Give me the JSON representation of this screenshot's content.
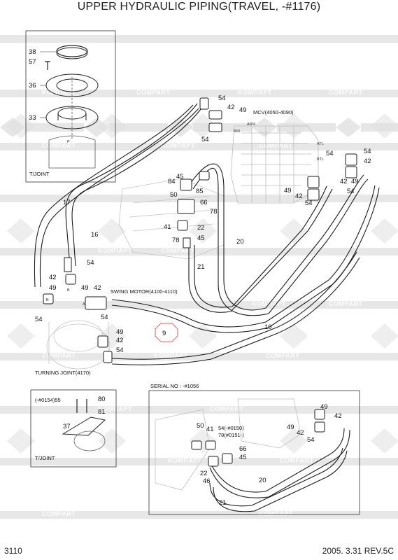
{
  "title": "UPPER HYDRAULIC PIPING(TRAVEL, -#1176)",
  "footer": {
    "page": "3110",
    "revision": "2005. 3.31 REV.5C"
  },
  "watermarks": [
    "KOMПАРТ",
    "COMPART"
  ],
  "labels": {
    "mcv": "MCV(4050-4090)",
    "swing_motor": "SWING MOTOR(4100-4110)",
    "turning_joint": "TURNING JOINT(4170)",
    "serial": "SERIAL NO : -#1056",
    "tjoint_top": "T/JOINT",
    "tjoint_bottom": "T/JOINT",
    "prefix_55": "(-#0154)55",
    "label_54a": "54(-#0150)",
    "label_78a": "78(#0151-)",
    "arm": "ARM",
    "bm": "B/R",
    "atl": "ATL",
    "btl": "BTL",
    "a": "A",
    "b": "B",
    "b2": "B",
    "p": "P"
  },
  "callouts": {
    "c38": "38",
    "c57": "57",
    "c36": "36",
    "c33": "33",
    "c54a": "54",
    "c42a": "42",
    "c49a": "49",
    "c54b": "54",
    "c45": "45",
    "c84": "84",
    "c85": "85",
    "c50": "50",
    "c66": "66",
    "c78": "78",
    "c41": "41",
    "c22": "22",
    "c78b": "78",
    "c45b": "45",
    "c20": "20",
    "c21": "21",
    "c17": "17",
    "c16": "16",
    "c54c": "54",
    "c42b": "42",
    "c49b": "49",
    "c54d": "54",
    "c49c": "49",
    "c42c": "42",
    "c54e": "54",
    "c54f": "54",
    "c42d": "42",
    "c49d": "49",
    "c42e": "42",
    "c54g": "54",
    "c9": "9",
    "c10": "10",
    "c54h": "54",
    "c49e": "49",
    "c42f": "42",
    "c54i": "54",
    "c80": "80",
    "c81": "81",
    "c37": "37",
    "c50b": "50",
    "c41b": "41",
    "c66b": "66",
    "c45c": "45",
    "c22b": "22",
    "c46": "46",
    "c20b": "20",
    "c21b": "21",
    "c49f": "49",
    "c42g": "42",
    "c42h": "42",
    "c54j": "54"
  }
}
